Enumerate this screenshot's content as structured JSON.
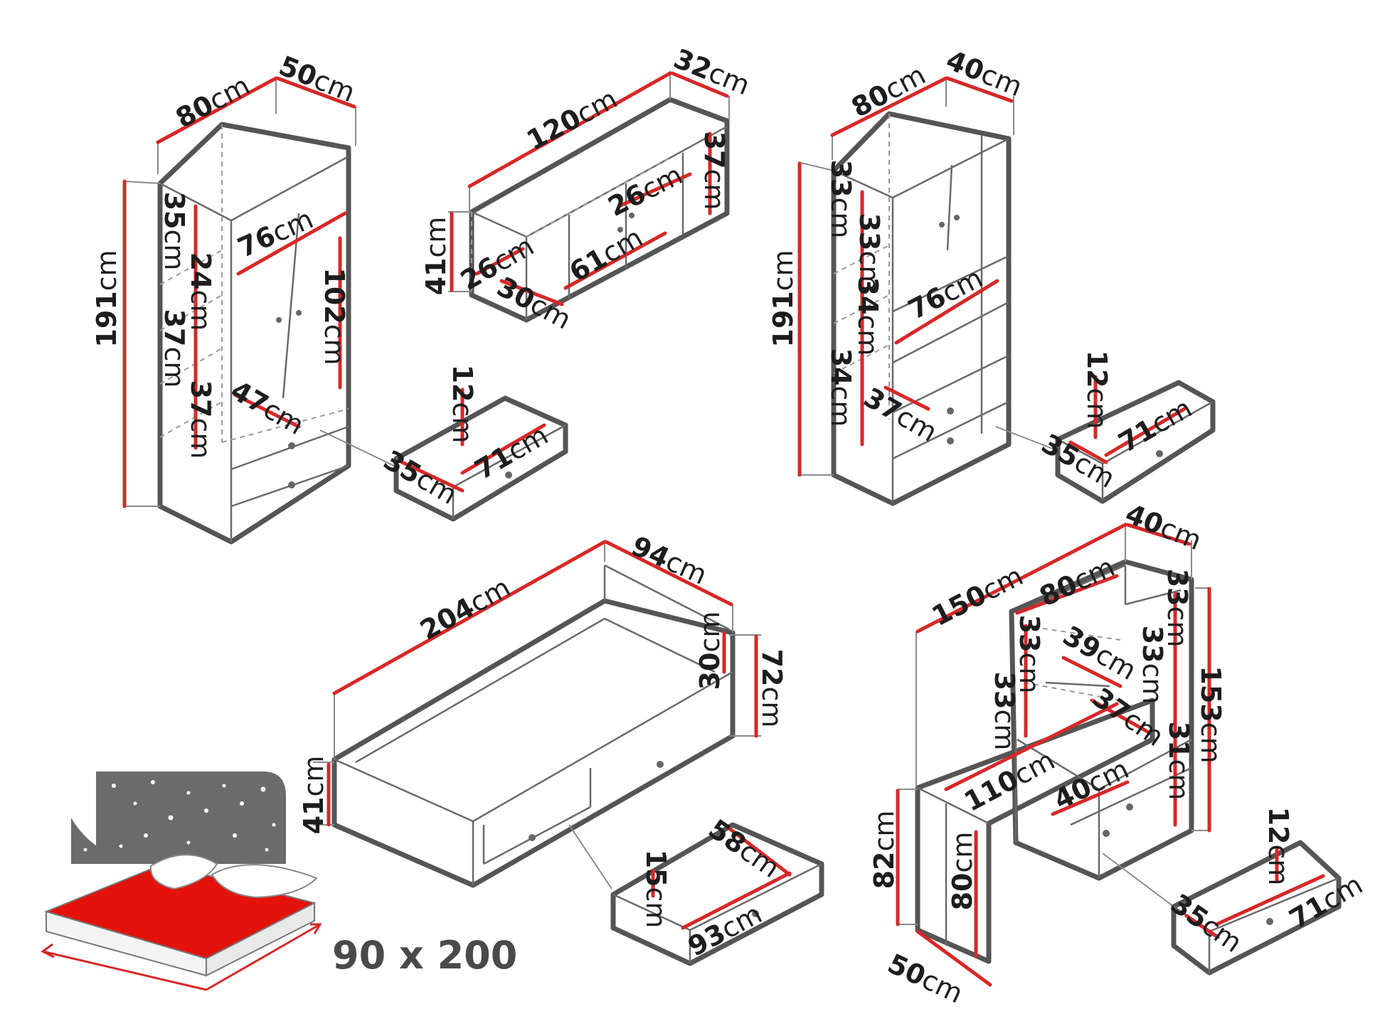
{
  "unit": "cm",
  "dimensions": [
    {
      "id": "wardrobe-width",
      "value": "80"
    },
    {
      "id": "wardrobe-depth",
      "value": "50"
    },
    {
      "id": "wardrobe-height",
      "value": "191"
    },
    {
      "id": "wardrobe-inner-width",
      "value": "76"
    },
    {
      "id": "wardrobe-shelf-1",
      "value": "35"
    },
    {
      "id": "wardrobe-shelf-2",
      "value": "24"
    },
    {
      "id": "wardrobe-shelf-3",
      "value": "37"
    },
    {
      "id": "wardrobe-shelf-4",
      "value": "37"
    },
    {
      "id": "wardrobe-hanging",
      "value": "102"
    },
    {
      "id": "wardrobe-inner-depth",
      "value": "47"
    },
    {
      "id": "wardrobe-drawer-height",
      "value": "12"
    },
    {
      "id": "wardrobe-drawer-depth",
      "value": "35"
    },
    {
      "id": "wardrobe-drawer-width",
      "value": "71"
    },
    {
      "id": "hanging-cabinet-width",
      "value": "120"
    },
    {
      "id": "hanging-cabinet-depth",
      "value": "32"
    },
    {
      "id": "hanging-cabinet-height",
      "value": "41"
    },
    {
      "id": "hanging-cabinet-inner-height",
      "value": "37"
    },
    {
      "id": "hanging-cabinet-inner-depth",
      "value": "26"
    },
    {
      "id": "hanging-cabinet-compartment-depth",
      "value": "26"
    },
    {
      "id": "hanging-cabinet-compartment-width",
      "value": "30"
    },
    {
      "id": "hanging-cabinet-middle-width",
      "value": "61"
    },
    {
      "id": "bookcase-width",
      "value": "80"
    },
    {
      "id": "bookcase-depth",
      "value": "40"
    },
    {
      "id": "bookcase-height",
      "value": "191"
    },
    {
      "id": "bookcase-shelf-1",
      "value": "33"
    },
    {
      "id": "bookcase-shelf-2",
      "value": "33"
    },
    {
      "id": "bookcase-shelf-3",
      "value": "34"
    },
    {
      "id": "bookcase-shelf-4",
      "value": "34"
    },
    {
      "id": "bookcase-inner-width",
      "value": "76"
    },
    {
      "id": "bookcase-inner-depth",
      "value": "37"
    },
    {
      "id": "bookcase-drawer-height",
      "value": "12"
    },
    {
      "id": "bookcase-drawer-width",
      "value": "71"
    },
    {
      "id": "bookcase-drawer-depth",
      "value": "35"
    },
    {
      "id": "bed-length",
      "value": "204"
    },
    {
      "id": "bed-width",
      "value": "94"
    },
    {
      "id": "bed-headboard-height",
      "value": "72"
    },
    {
      "id": "bed-headboard-above",
      "value": "30"
    },
    {
      "id": "bed-height",
      "value": "41"
    },
    {
      "id": "bed-drawer-depth",
      "value": "58"
    },
    {
      "id": "bed-drawer-height",
      "value": "15"
    },
    {
      "id": "bed-drawer-width",
      "value": "93"
    },
    {
      "id": "desk-width",
      "value": "150"
    },
    {
      "id": "desk-depth",
      "value": "40"
    },
    {
      "id": "desk-shelf-width",
      "value": "80"
    },
    {
      "id": "desk-right-shelf-1",
      "value": "33"
    },
    {
      "id": "desk-left-shelf-1",
      "value": "33"
    },
    {
      "id": "desk-corner-shelf",
      "value": "39"
    },
    {
      "id": "desk-right-shelf-2",
      "value": "33"
    },
    {
      "id": "desk-left-shelf-2",
      "value": "33"
    },
    {
      "id": "desk-inner-depth",
      "value": "37"
    },
    {
      "id": "desk-total-height",
      "value": "153"
    },
    {
      "id": "desk-right-shelf-3",
      "value": "31"
    },
    {
      "id": "desk-top-length",
      "value": "110"
    },
    {
      "id": "desk-top-depth",
      "value": "40"
    },
    {
      "id": "desk-height",
      "value": "82"
    },
    {
      "id": "desk-leg-height",
      "value": "80"
    },
    {
      "id": "desk-leg-depth",
      "value": "50"
    },
    {
      "id": "desk-drawer-height",
      "value": "12"
    },
    {
      "id": "desk-drawer-width",
      "value": "71"
    },
    {
      "id": "desk-drawer-depth",
      "value": "35"
    }
  ],
  "mattress_size": "90 x 200",
  "colors": {
    "dimension_line": "#d62828",
    "outline": "#555555",
    "mattress": "#e3120b",
    "headboard": "#6b6b6b"
  }
}
